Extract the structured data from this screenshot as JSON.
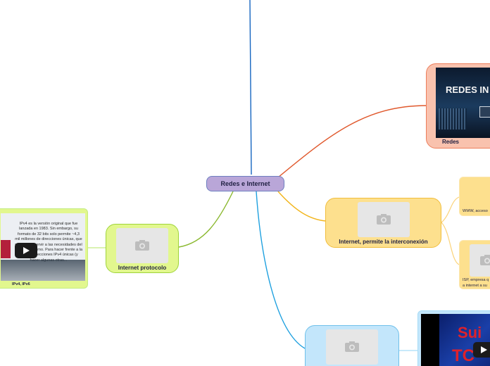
{
  "central": {
    "title": "Redes e Internet"
  },
  "branches": {
    "internet_protocolo": {
      "label": "Internet protocolo"
    },
    "interconexion": {
      "label": "Internet, permite la interconexión"
    },
    "redes_top": {
      "label": "Redes",
      "image_text": "REDES IN"
    },
    "bottom": {
      "image_text_top": "Sui",
      "image_text_bottom": "TC"
    }
  },
  "leaves": {
    "ipv": {
      "label": "IPv4, IPv6",
      "text": "IPv4 es la versión original que fue lanzada en 1983. Sin embargo, su formato de 32 bits solo permite ~4,3 mil millones de direcciones únicas, que no pueden servir a las necesidades del mundo moderno. Para hacer frente a la falta de direcciones IPv4 únicas (y hacer algunas otras..."
    },
    "www": {
      "text": "WWW, acceso"
    },
    "isp": {
      "line1": "ISP, empresa q",
      "line2": "a internet a su"
    }
  },
  "colors": {
    "central_fill": "#b9a6d8",
    "central_border": "#6e7fc0",
    "green_fill": "#e2f78e",
    "green_border": "#9fd43a",
    "yellow_fill": "#fde08e",
    "yellow_border": "#f1bd3b",
    "salmon_fill": "#f9c2ae",
    "salmon_border": "#ec7e5b",
    "blue_fill": "#c3e6fb",
    "blue_border": "#6fc0ea",
    "line_blue": "#1565c0",
    "line_orange": "#e0582c",
    "line_green": "#8ab82e",
    "line_yellow": "#f2b51c",
    "line_cyan": "#1ea0df"
  }
}
